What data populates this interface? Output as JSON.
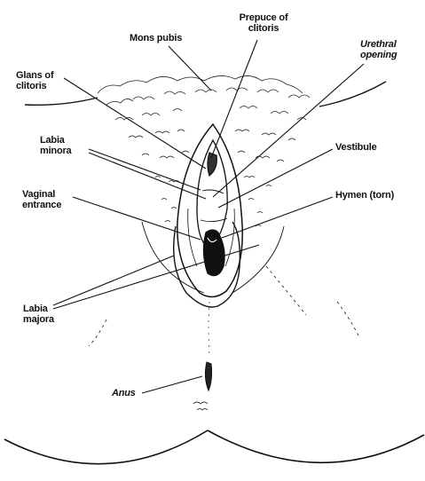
{
  "colors": {
    "ink": "#111111",
    "background": "#ffffff"
  },
  "labels": {
    "mons_pubis": "Mons pubis",
    "prepuce_of_clitoris": "Prepuce of\nclitoris",
    "urethral_opening": "Urethral\nopening",
    "glans_of_clitoris": "Glans of\nclitoris",
    "labia_minora": "Labia\nminora",
    "vestibule": "Vestibule",
    "vaginal_entrance": "Vaginal\nentrance",
    "hymen_torn": "Hymen (torn)",
    "labia_majora": "Labia\nmajora",
    "anus": "Anus"
  }
}
